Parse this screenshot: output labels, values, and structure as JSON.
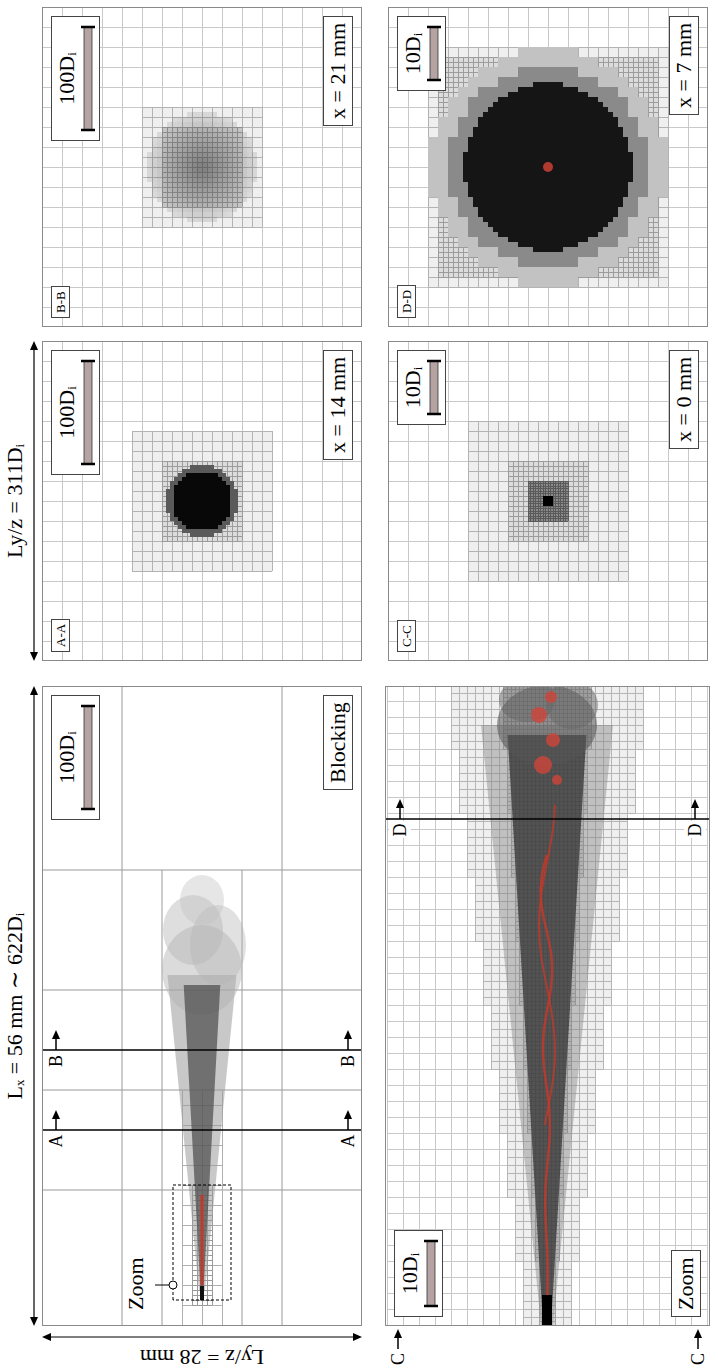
{
  "diagram": {
    "nodes": [
      {
        "text": [
          "Zoom",
          "100Dᵢ",
          "Blocking"
        ]
      },
      {
        "text": [
          "A-A",
          "100Dᵢ",
          "x = 14 mm"
        ]
      },
      {
        "text": [
          "B-B",
          "100Dᵢ",
          "x = 21 mm"
        ]
      },
      {
        "text": [
          "10Dᵢ",
          "Zoom"
        ]
      },
      {
        "text": [
          "C-C",
          "10Dᵢ",
          "x = 0 mm"
        ]
      },
      {
        "text": [
          "D-D",
          "10Dᵢ",
          "x = 7 mm"
        ]
      }
    ],
    "labels": [
      "Lₓ = 56 mm ∼ 622Dᵢ",
      "Ly/z = 311Dᵢ",
      "Ly/z = 28 mm",
      "A",
      "A",
      "B",
      "B",
      "C",
      "C",
      "D",
      "D"
    ]
  }
}
